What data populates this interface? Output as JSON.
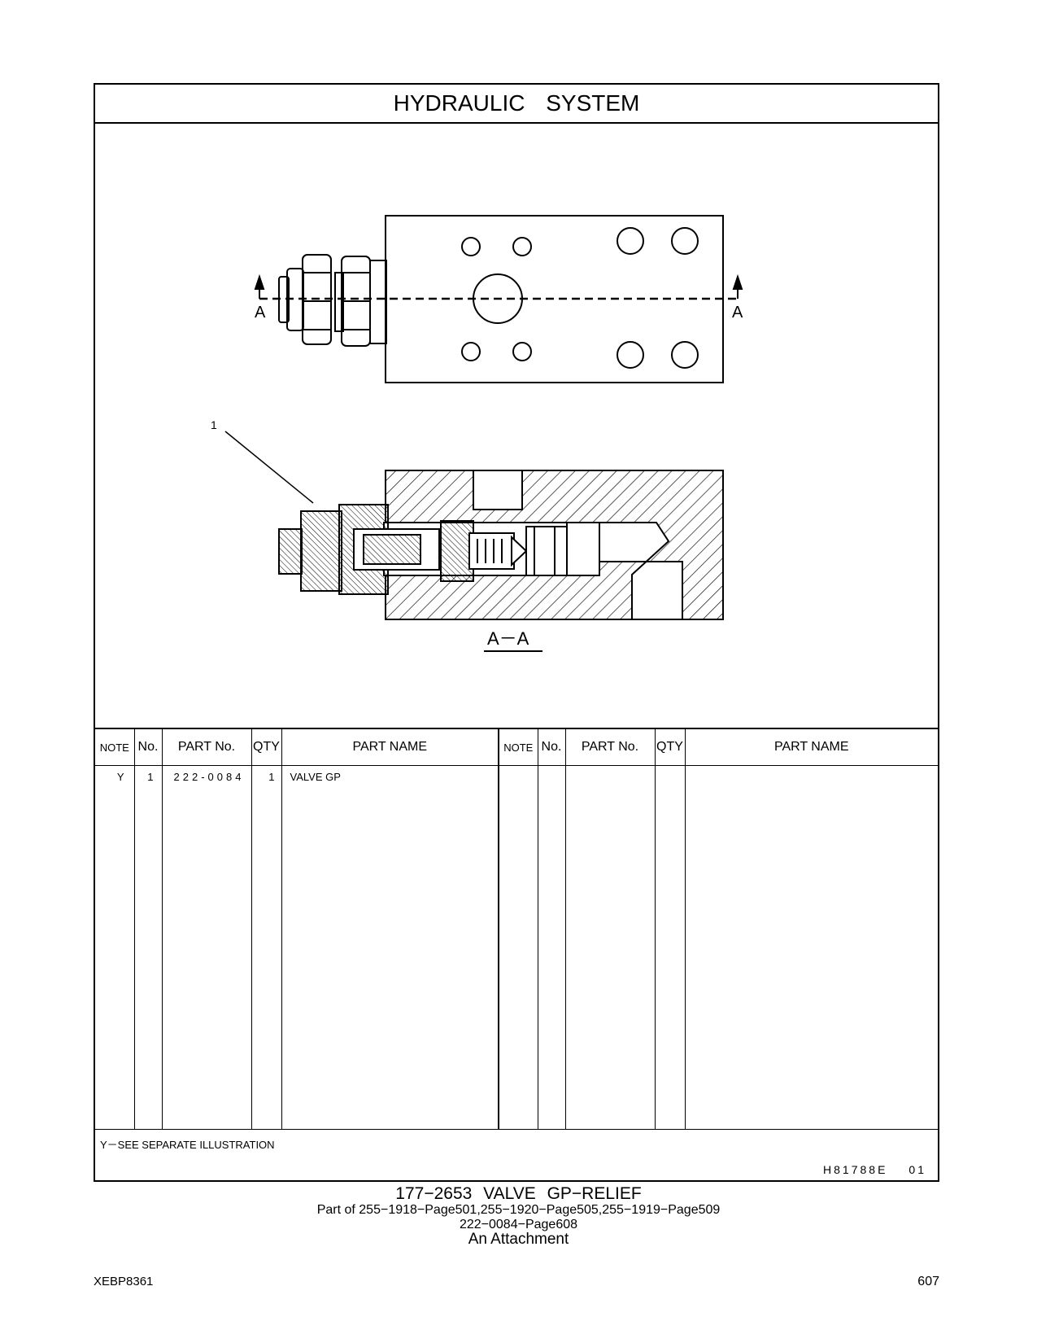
{
  "header": {
    "title": "HYDRAULIC  SYSTEM"
  },
  "drawing": {
    "section_marker": "A",
    "section_caption": "A－A",
    "callout_number": "1"
  },
  "table": {
    "headers": {
      "note": "NOTE",
      "no": "No.",
      "part_no": "PART No.",
      "qty": "QTY",
      "part_name": "PART NAME"
    },
    "rows": [
      {
        "note": "Y",
        "no": "1",
        "part_no": "222-0084",
        "qty": "1",
        "part_name": "VALVE  GP"
      }
    ]
  },
  "footnote": "Y－SEE  SEPARATE  ILLUSTRATION",
  "drawing_number": {
    "code": "H81788E",
    "revision": "01"
  },
  "caption": {
    "title": "177−2653  VALVE  GP−RELIEF",
    "part_of": "Part of 255−1918−Page501,255−1920−Page505,255−1919−Page509",
    "ref": "222−0084−Page608",
    "note": "An Attachment"
  },
  "footer": {
    "doc_id": "XEBP8361",
    "page": "607"
  }
}
